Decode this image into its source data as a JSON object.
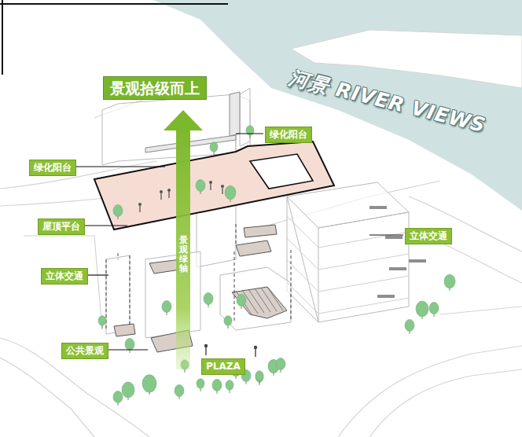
{
  "diagram": {
    "title": "景观拾级而上",
    "nodes": [
      {
        "text": [
          "绿化阳台"
        ]
      },
      {
        "text": [
          "绿化阳台"
        ]
      },
      {
        "text": [
          "屋顶平台"
        ]
      },
      {
        "text": [
          "立体交通"
        ]
      },
      {
        "text": [
          "立体交通"
        ]
      },
      {
        "text": [
          "公共景观"
        ]
      },
      {
        "text": [
          "PLAZA"
        ]
      }
    ],
    "labels": [
      "河景 RIVER VIEWS",
      "景观绿轴"
    ]
  }
}
